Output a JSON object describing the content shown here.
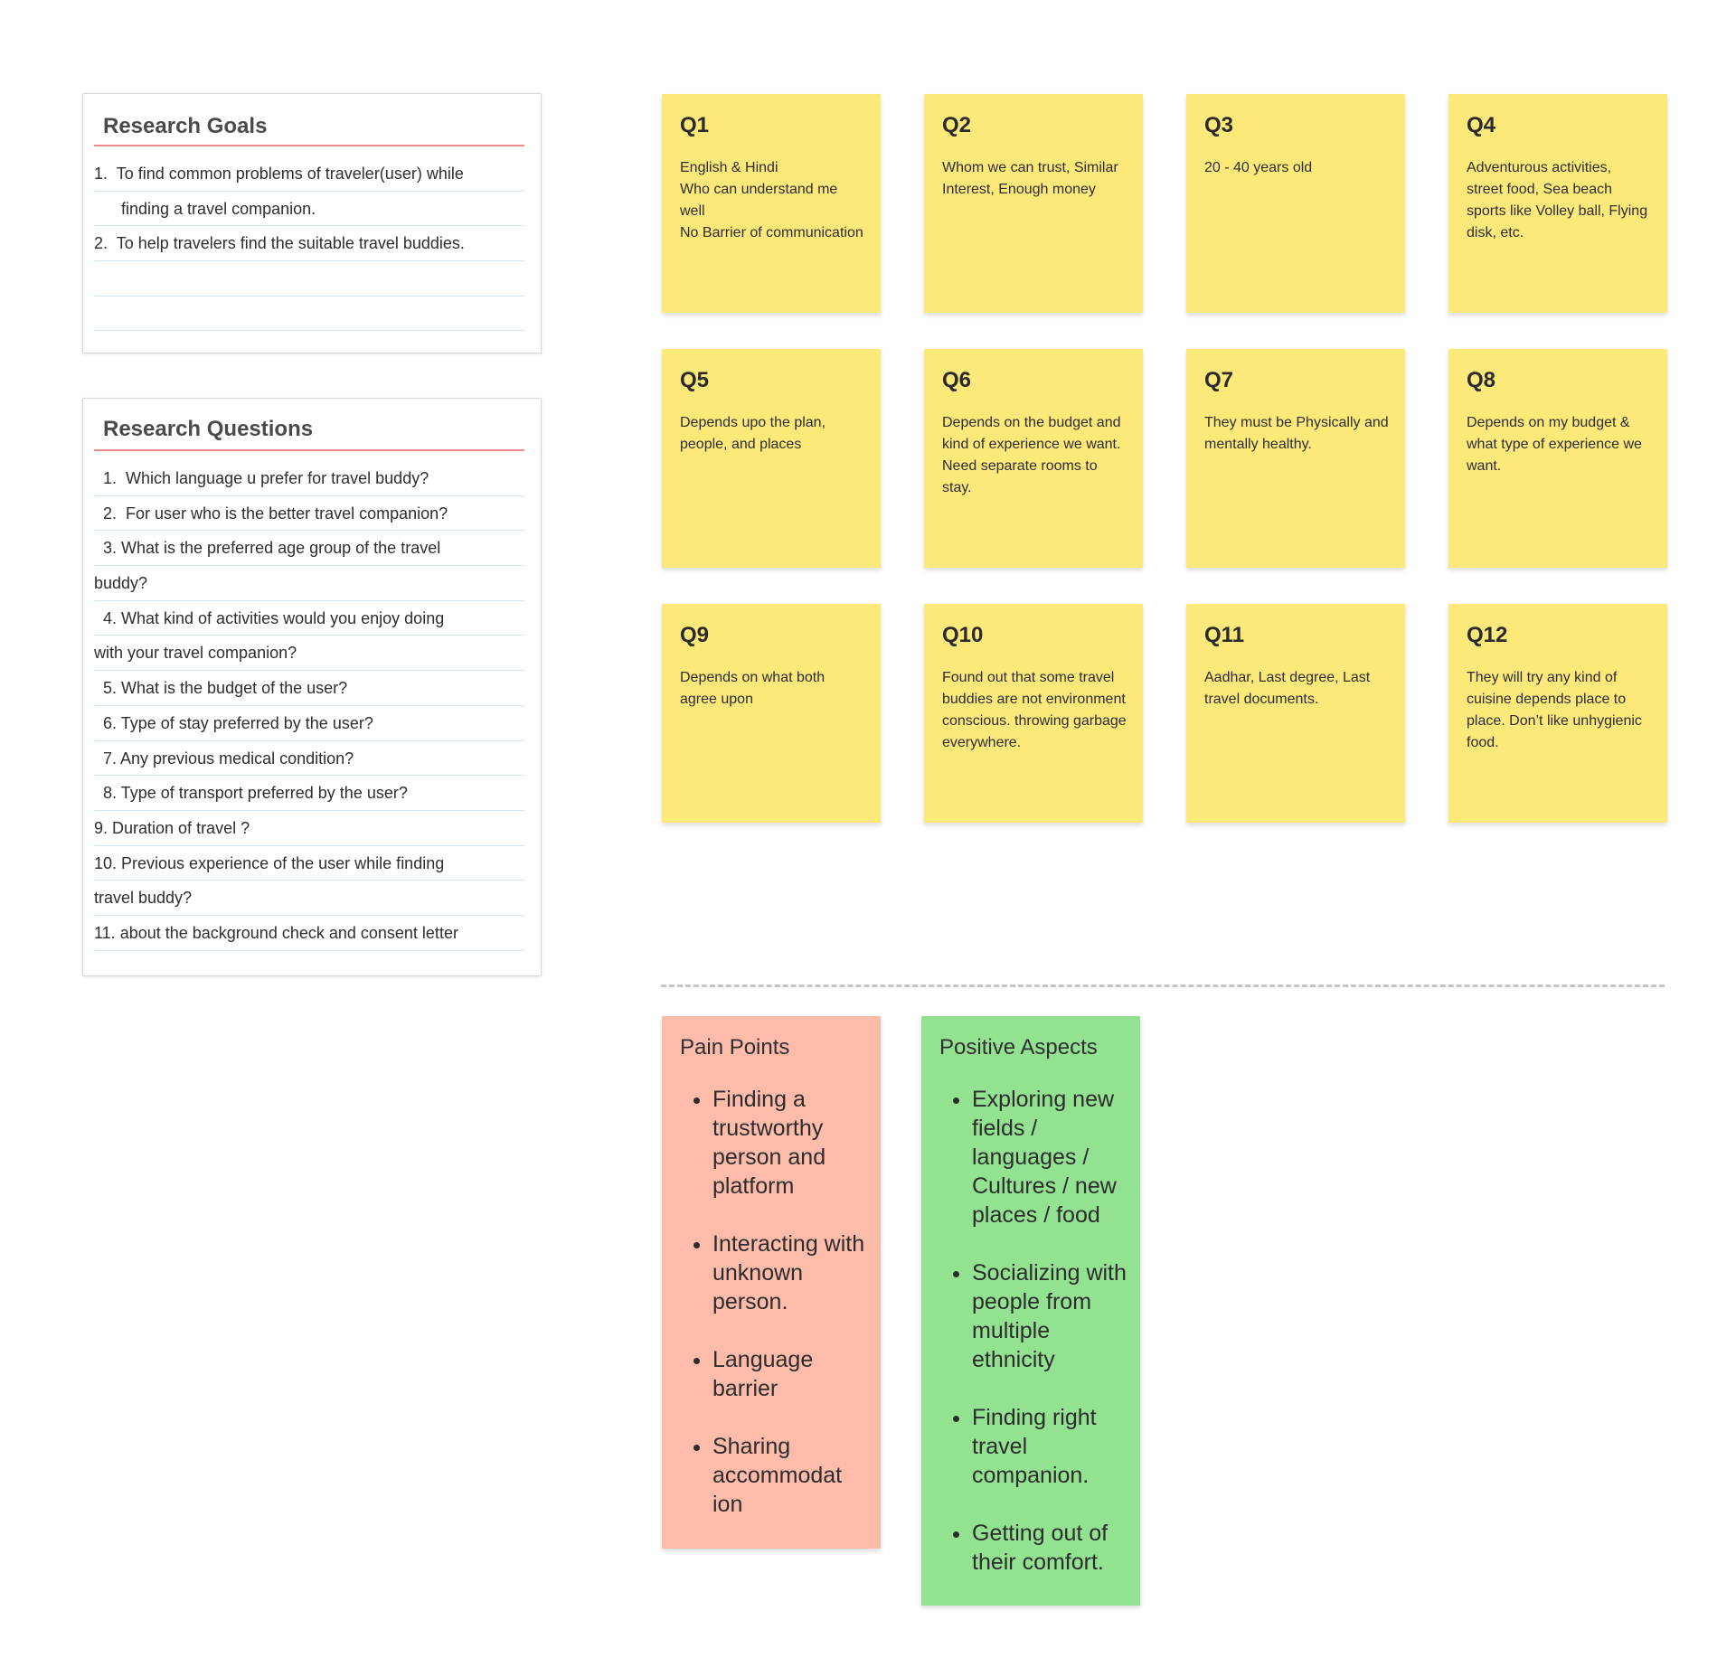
{
  "research_goals": {
    "title": "Research Goals",
    "lines": [
      "1.  To find common problems of traveler(user) while",
      "      finding a travel companion.",
      "2.  To help travelers find the suitable travel buddies.",
      "",
      ""
    ]
  },
  "research_questions": {
    "title": "Research Questions",
    "lines": [
      "  1.  Which language u prefer for travel buddy?",
      "  2.  For user who is the better travel companion?",
      "  3. What is the preferred age group of the travel",
      "buddy?",
      "  4. What kind of activities would you enjoy doing",
      "with your travel companion?",
      "  5. What is the budget of the user?",
      "  6. Type of stay preferred by the user?",
      "  7. Any previous medical condition?",
      "  8. Type of transport preferred by the user?",
      "9. Duration of travel ?",
      "10. Previous experience of the user while finding",
      "travel buddy?",
      "11. about the background check and consent letter"
    ]
  },
  "answers": [
    {
      "title": "Q1",
      "body": "English & Hindi\nWho can understand me well\nNo Barrier of communication"
    },
    {
      "title": "Q2",
      "body": "Whom we can trust, Similar Interest, Enough money"
    },
    {
      "title": "Q3",
      "body": "20 - 40 years old"
    },
    {
      "title": "Q4",
      "body": "Adventurous activities, street food, Sea beach sports like Volley ball, Flying disk, etc."
    },
    {
      "title": "Q5",
      "body": "Depends upo the plan, people, and places"
    },
    {
      "title": "Q6",
      "body": "Depends on the budget and kind of experience we want. Need separate rooms to stay."
    },
    {
      "title": "Q7",
      "body": "They must be Physically and mentally healthy."
    },
    {
      "title": "Q8",
      "body": "Depends on my budget & what type of experience we want."
    },
    {
      "title": "Q9",
      "body": "Depends on what both agree upon"
    },
    {
      "title": "Q10",
      "body": "Found out that some travel buddies are not environment conscious. throwing garbage everywhere."
    },
    {
      "title": "Q11",
      "body": "Aadhar, Last degree, Last travel documents."
    },
    {
      "title": "Q12",
      "body": "They will try any kind of cuisine depends place to place. Don’t like unhygienic food."
    }
  ],
  "pain_points": {
    "title": "Pain Points",
    "items": [
      "Finding a trustworthy person and platform",
      "Interacting with unknown person.",
      "Language barrier",
      "Sharing accommodat ion"
    ]
  },
  "positive_aspects": {
    "title": "Positive Aspects",
    "items": [
      "Exploring new fields / languages / Cultures / new places / food",
      "Socializing with people from multiple ethnicity",
      "Finding right travel companion.",
      "Getting out of their comfort."
    ]
  },
  "colors": {
    "sticky_yellow": "#fde87a",
    "pain_points_bg": "#fdbbaa",
    "positive_aspects_bg": "#93e292",
    "title_rule_red": "#f08a8a",
    "ruled_line_blue": "#cfe6f7"
  }
}
